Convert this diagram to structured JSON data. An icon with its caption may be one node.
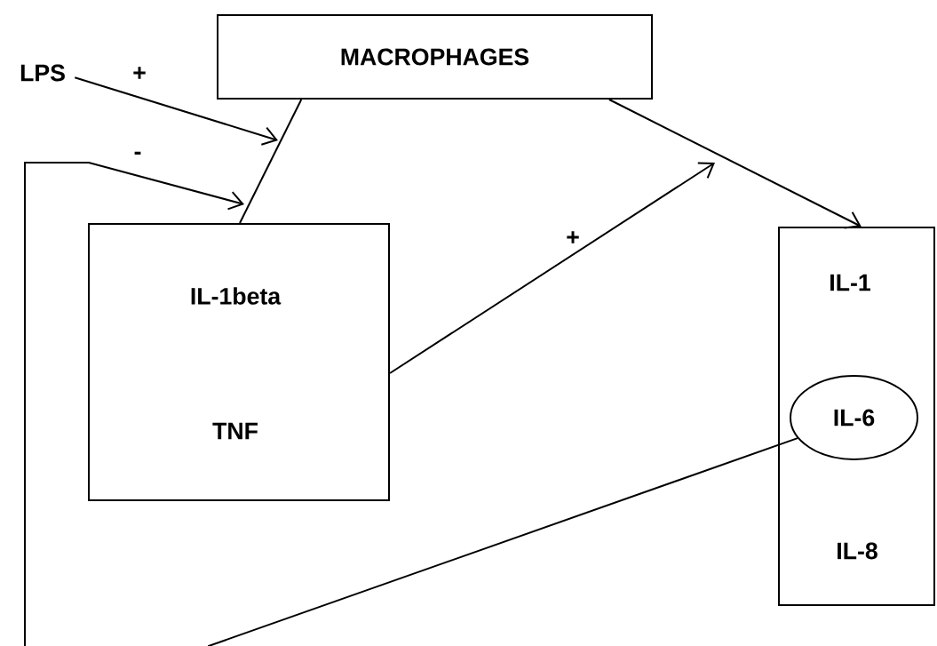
{
  "diagram": {
    "nodes": [
      {
        "text": [
          "MACROPHAGES"
        ]
      },
      {
        "text": [
          "LPS"
        ]
      },
      {
        "text": [
          "IL-1beta",
          "TNF"
        ]
      },
      {
        "text": [
          "IL-1",
          "IL-8"
        ]
      },
      {
        "text": [
          "IL-6"
        ],
        "in": 3
      }
    ],
    "edges": [
      {
        "from": 0,
        "to": 2,
        "arrow": "none"
      },
      {
        "from": 1,
        "to": null,
        "arrow": "to",
        "label": "+"
      },
      {
        "from": 4,
        "to": null,
        "arrow": "to",
        "label": "-"
      },
      {
        "from": 2,
        "to": null,
        "arrow": "to",
        "label": "+"
      },
      {
        "from": 0,
        "to": 3,
        "arrow": "to"
      }
    ]
  }
}
